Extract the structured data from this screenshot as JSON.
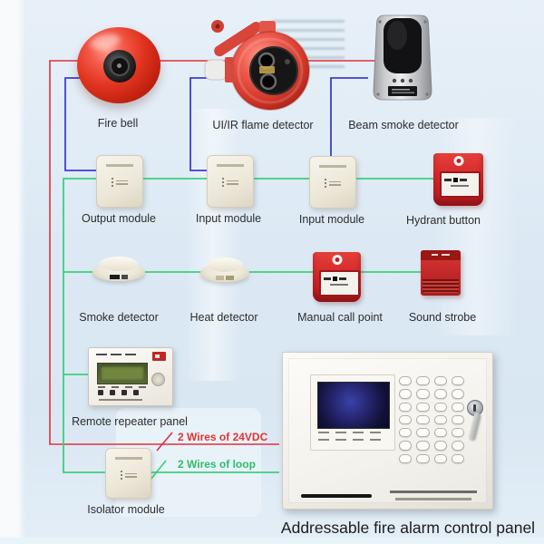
{
  "labels": {
    "fire_bell": "Fire bell",
    "flame_detector": "UI/IR flame detector",
    "beam_detector": "Beam smoke detector",
    "output_module": "Output module",
    "input_module_1": "Input module",
    "input_module_2": "Input module",
    "hydrant_button": "Hydrant button",
    "smoke_detector": "Smoke detector",
    "heat_detector": "Heat detector",
    "manual_call_point": "Manual call point",
    "sound_strobe": "Sound strobe",
    "repeater_panel": "Remote repeater panel",
    "isolator_module": "Isolator module",
    "control_panel": "Addressable fire alarm control panel",
    "wire_24vdc": "2 Wires of 24VDC",
    "wire_loop": "2 Wires of loop"
  },
  "colors": {
    "wire_red": "#e2303b",
    "wire_blue": "#3e3ecb",
    "wire_green": "#3bd07c",
    "background": "#dce9f4"
  }
}
